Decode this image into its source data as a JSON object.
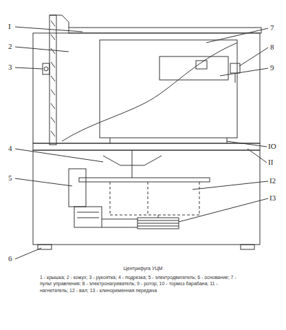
{
  "diagram": {
    "title": "Центрифуга УЦМ",
    "caption": "1 - крышка; 2 - кожух; 3 - рукоятка; 4 - подрезка; 5 - электродвигатель; 6 - основание; 7 - пульт управления; 8 - электронагреватель; 9 - ротор; 10 - тормоз барабана; 11 - нагнетатель; 12 - вал; 13 - клиноременная передача",
    "labels": [
      "I",
      "2",
      "3",
      "4",
      "5",
      "6",
      "7",
      "8",
      "9",
      "IO",
      "II",
      "I2",
      "I3"
    ]
  }
}
